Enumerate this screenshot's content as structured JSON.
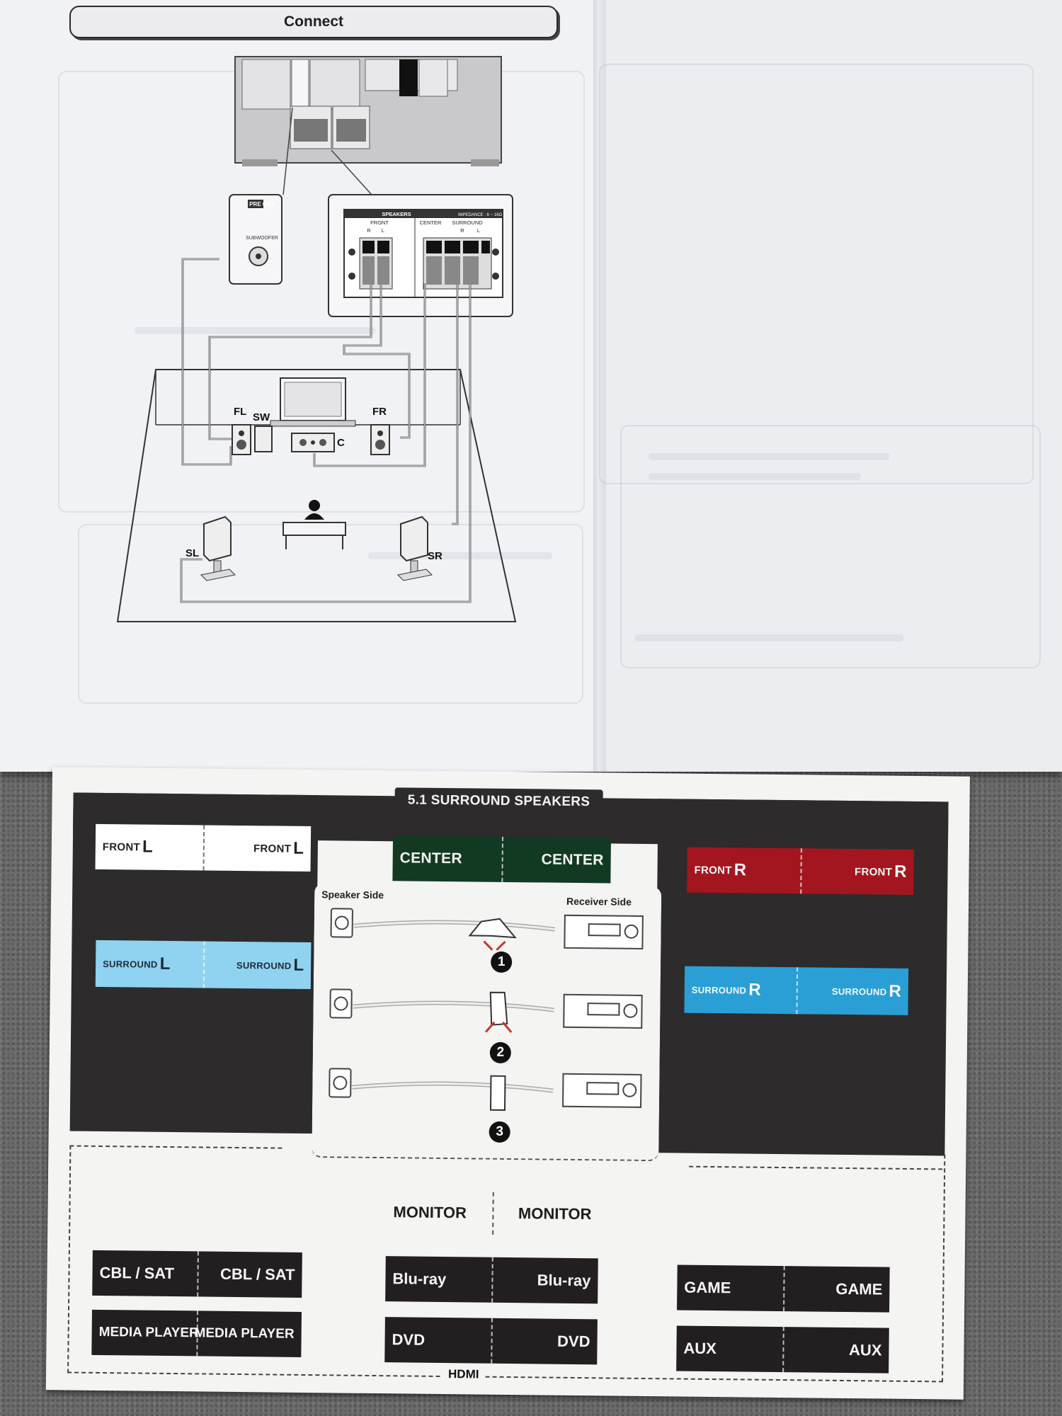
{
  "manual": {
    "section_title": "Connect",
    "pre_out_label": "PRE OUT",
    "subwoofer_label": "SUBWOOFER",
    "speakers_terminal_label": "SPEAKERS",
    "impedance_label": "IMPEDANCE : 6 ~ 16Ω",
    "terminal_front_label": "FRONT",
    "terminal_center_label": "CENTER",
    "terminal_surround_label": "SURROUND",
    "terminal_r": "R",
    "terminal_l": "L",
    "room_labels": {
      "fl": "FL",
      "sw": "SW",
      "fr": "FR",
      "c": "C",
      "sl": "SL",
      "sr": "SR"
    }
  },
  "card": {
    "title": "5.1 SURROUND SPEAKERS",
    "colors": {
      "front_l_bg": "#ffffff",
      "center_bg": "#123a22",
      "front_r_bg": "#a3161f",
      "surround_l_bg": "#8fd3f0",
      "surround_r_bg": "#2a9fd6",
      "panel": "#2e2b2c"
    },
    "front_l": {
      "small": "FRONT",
      "big": "L"
    },
    "center": {
      "small": "CENTER"
    },
    "front_r": {
      "small": "FRONT",
      "big": "R"
    },
    "surround_l": {
      "small": "SURROUND",
      "big": "L"
    },
    "surround_r": {
      "small": "SURROUND",
      "big": "R"
    },
    "guide": {
      "speaker_side": "Speaker Side",
      "receiver_side": "Receiver Side",
      "steps": [
        "1",
        "2",
        "3"
      ]
    },
    "hdmi": {
      "label": "HDMI",
      "monitor": "MONITOR",
      "cbl_sat": "CBL / SAT",
      "media_player": "MEDIA PLAYER",
      "bluray": "Blu-ray",
      "dvd": "DVD",
      "game": "GAME",
      "aux": "AUX"
    }
  }
}
